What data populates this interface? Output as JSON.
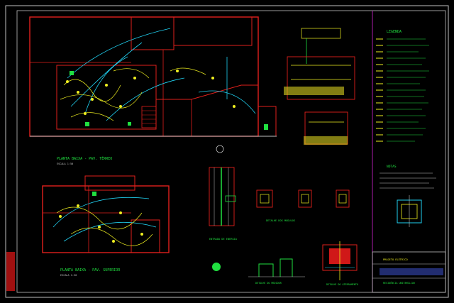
{
  "colors": {
    "background": "#000000",
    "frame": "#c0c0c0",
    "walls": "#e0201c",
    "wiring": "#f0f020",
    "conduit": "#20d0f0",
    "devices": "#20e040",
    "legend_frame": "#c020c0",
    "title_text": "#20e040"
  },
  "plans": {
    "ground_floor_title": "PLANTA BAIXA - PAV. TÉRREO",
    "upper_floor_title": "PLANTA BAIXA - PAV. SUPERIOR",
    "scale": "ESCALA 1:50"
  },
  "details": {
    "entrance": "ENTRADA DE ENERGIA",
    "boxes": "DETALHE DOS MÓDULOS",
    "meter": "DETALHE DO MEDIDOR",
    "ground": "DETALHE DO ATERRAMENTO"
  },
  "legend": {
    "title": "LEGENDA",
    "notes_title": "NOTAS"
  },
  "stamp": {
    "line1": "PROJETO ELÉTRICO",
    "line2": "RESIDÊNCIA UNIFAMILIAR"
  }
}
